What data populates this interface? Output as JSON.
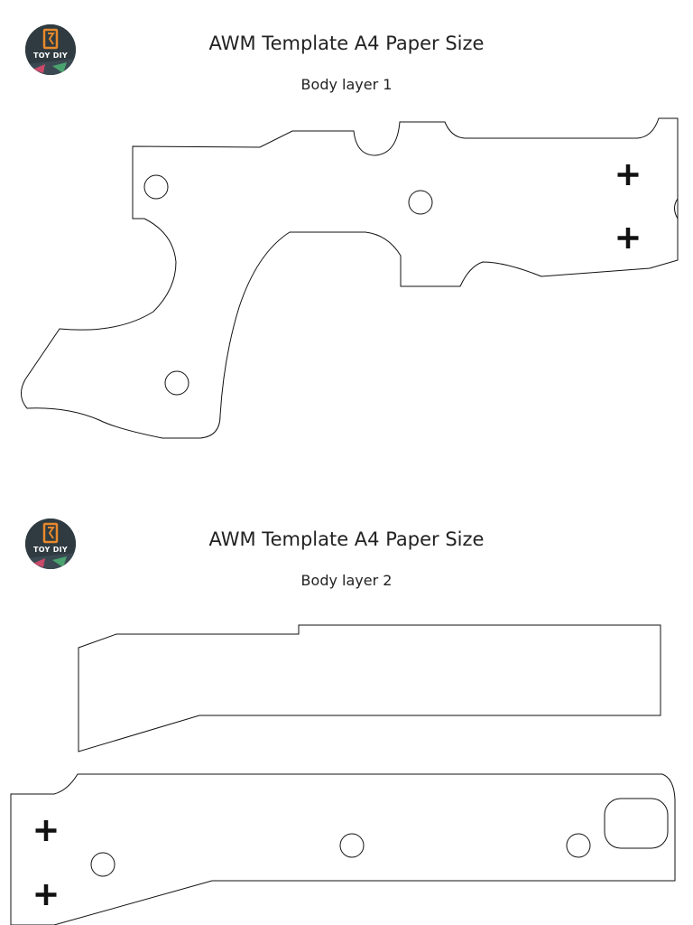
{
  "pages": [
    {
      "logo": {
        "text": "TOY DIY"
      },
      "title": "AWM Template A4 Paper Size",
      "subtitle": "Body layer 1"
    },
    {
      "logo": {
        "text": "TOY DIY"
      },
      "title": "AWM Template A4 Paper Size",
      "subtitle": "Body layer 2"
    }
  ],
  "colors": {
    "outline": "#111111",
    "logo_bg": "#2f3b40",
    "logo_accent": "#e8892b"
  },
  "icons": [
    "logo-icon",
    "plus-icon"
  ]
}
